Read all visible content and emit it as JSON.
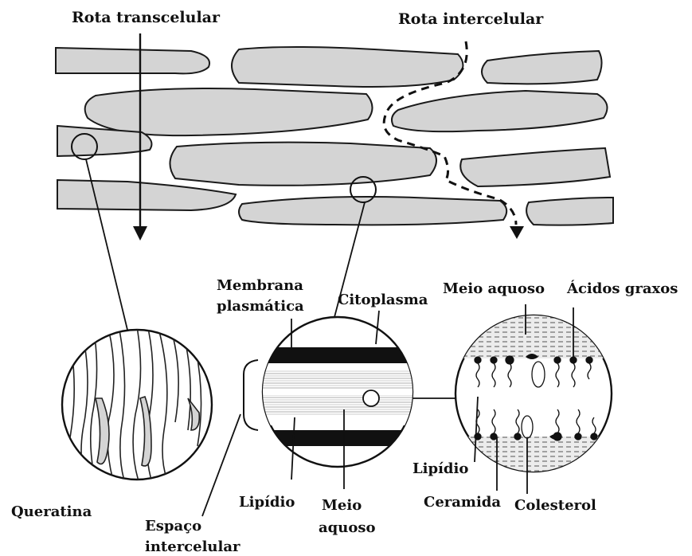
{
  "labels": {
    "rota_transcelular": "Rota transcelular",
    "rota_intercelular": "Rota intercelular",
    "membrana_l1": "Membrana",
    "membrana_l2": "plasmática",
    "citoplasma": "Citoplasma",
    "meio_aquoso_top": "Meio aquoso",
    "acidos_graxos": "Ácidos graxos",
    "queratina": "Queratina",
    "lipidio_mid": "Lipídio",
    "meio_aquoso_mid_l1": "Meio",
    "meio_aquoso_mid_l2": "aquoso",
    "lipidio_right": "Lipídio",
    "ceramida": "Ceramida",
    "colesterol": "Colesterol",
    "espaco_l1": "Espaço",
    "espaco_l2": "intercelular"
  },
  "colors": {
    "cell_fill": "#d4d4d4",
    "stroke": "#1a1a1a",
    "band_dark": "#111111",
    "background": "#ffffff"
  },
  "icons": [
    "down-arrow-icon",
    "magnifier-circle-icon"
  ]
}
